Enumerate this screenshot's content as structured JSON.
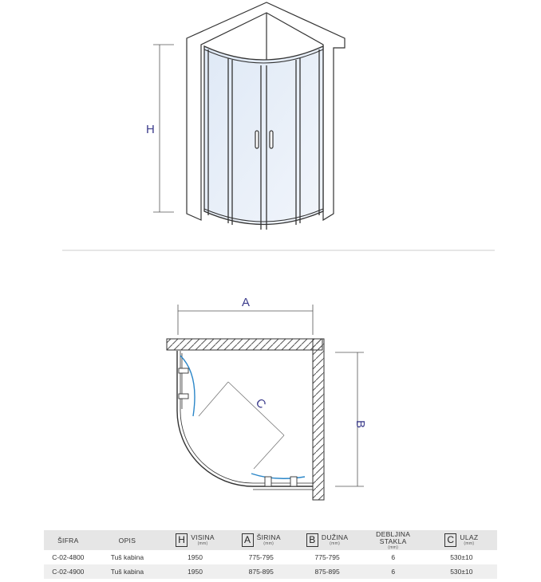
{
  "front_view": {
    "height_label": "H"
  },
  "plan_view": {
    "width_label": "A",
    "depth_label": "B",
    "entry_label": "C"
  },
  "table": {
    "headers": {
      "code": "ŠIFRA",
      "description": "OPIS",
      "height": {
        "letter": "H",
        "name": "VISINA",
        "unit": "(mm)"
      },
      "width": {
        "letter": "A",
        "name": "ŠIRINA",
        "unit": "(mm)"
      },
      "length": {
        "letter": "B",
        "name": "DUŽINA",
        "unit": "(mm)"
      },
      "glass": {
        "name": "DEBLJINA STAKLA",
        "unit": "(mm)"
      },
      "entry": {
        "letter": "C",
        "name": "ULAZ",
        "unit": "(mm)"
      }
    },
    "rows": [
      {
        "code": "C-02-4800",
        "description": "Tuš kabina",
        "height": "1950",
        "width": "775-795",
        "length": "775-795",
        "glass": "6",
        "entry": "530±10"
      },
      {
        "code": "C-02-4900",
        "description": "Tuš kabina",
        "height": "1950",
        "width": "875-895",
        "length": "875-895",
        "glass": "6",
        "entry": "530±10"
      }
    ]
  }
}
